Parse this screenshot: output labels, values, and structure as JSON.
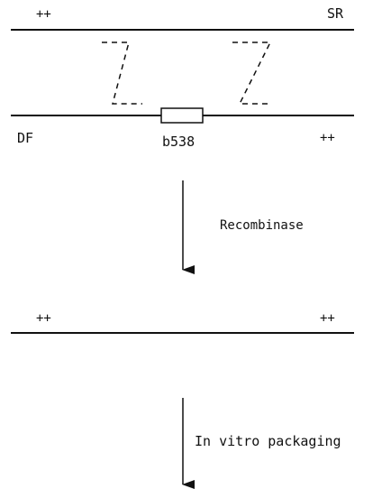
{
  "labels": {
    "top_left": "++",
    "top_right": "SR",
    "bottom_left": "DF",
    "insert": "b538",
    "bottom_right": "++",
    "result_left": "++",
    "result_right": "++"
  },
  "steps": {
    "step1": "Recombinase",
    "step2": "In vitro packaging"
  },
  "colors": {
    "ink": "#111111",
    "background": "#ffffff"
  }
}
